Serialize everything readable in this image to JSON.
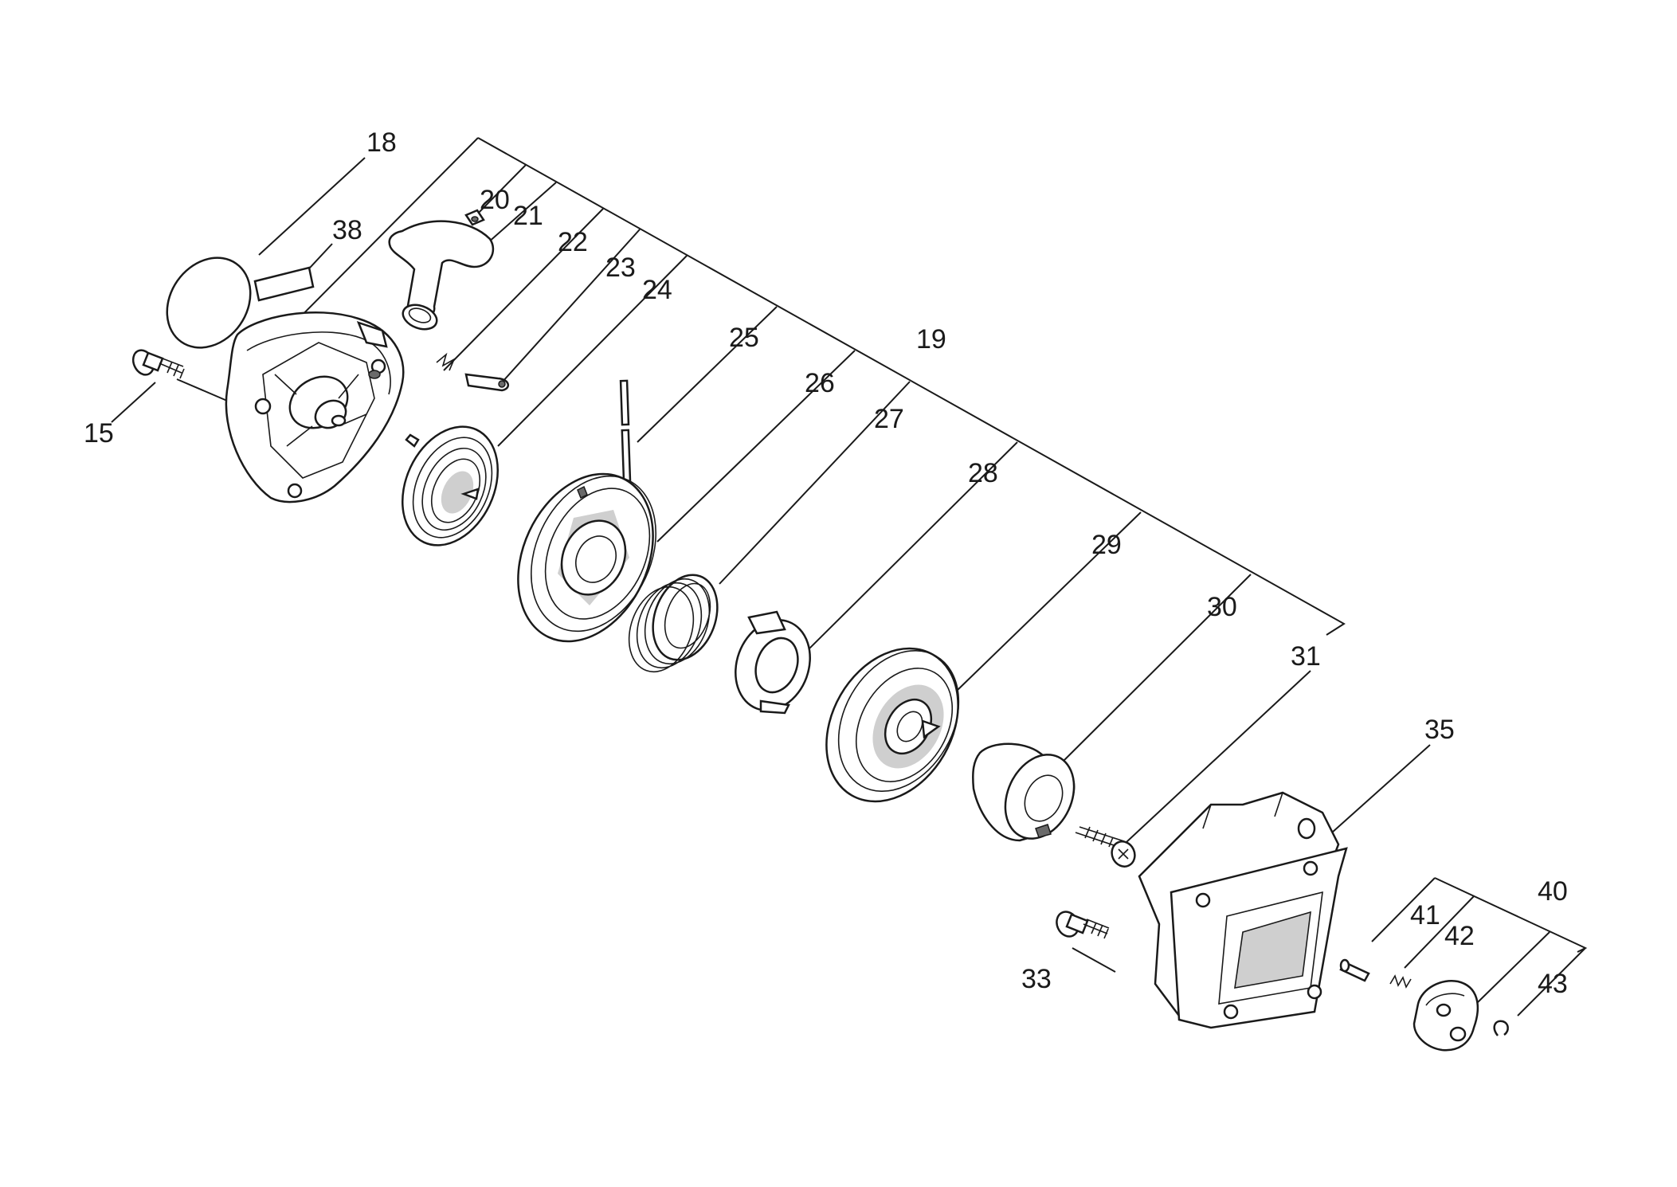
{
  "diagram": {
    "type": "exploded-parts-diagram",
    "callouts": [
      {
        "id": "c15",
        "text": "15"
      },
      {
        "id": "c18",
        "text": "18"
      },
      {
        "id": "c38",
        "text": "38"
      },
      {
        "id": "c20",
        "text": "20"
      },
      {
        "id": "c21",
        "text": "21"
      },
      {
        "id": "c22",
        "text": "22"
      },
      {
        "id": "c23",
        "text": "23"
      },
      {
        "id": "c24",
        "text": "24"
      },
      {
        "id": "c25",
        "text": "25"
      },
      {
        "id": "c19",
        "text": "19"
      },
      {
        "id": "c26",
        "text": "26"
      },
      {
        "id": "c27",
        "text": "27"
      },
      {
        "id": "c28",
        "text": "28"
      },
      {
        "id": "c29",
        "text": "29"
      },
      {
        "id": "c30",
        "text": "30"
      },
      {
        "id": "c31",
        "text": "31"
      },
      {
        "id": "c35",
        "text": "35"
      },
      {
        "id": "c40",
        "text": "40"
      },
      {
        "id": "c41",
        "text": "41"
      },
      {
        "id": "c42",
        "text": "42"
      },
      {
        "id": "c43",
        "text": "43"
      },
      {
        "id": "c33",
        "text": "33"
      }
    ]
  }
}
